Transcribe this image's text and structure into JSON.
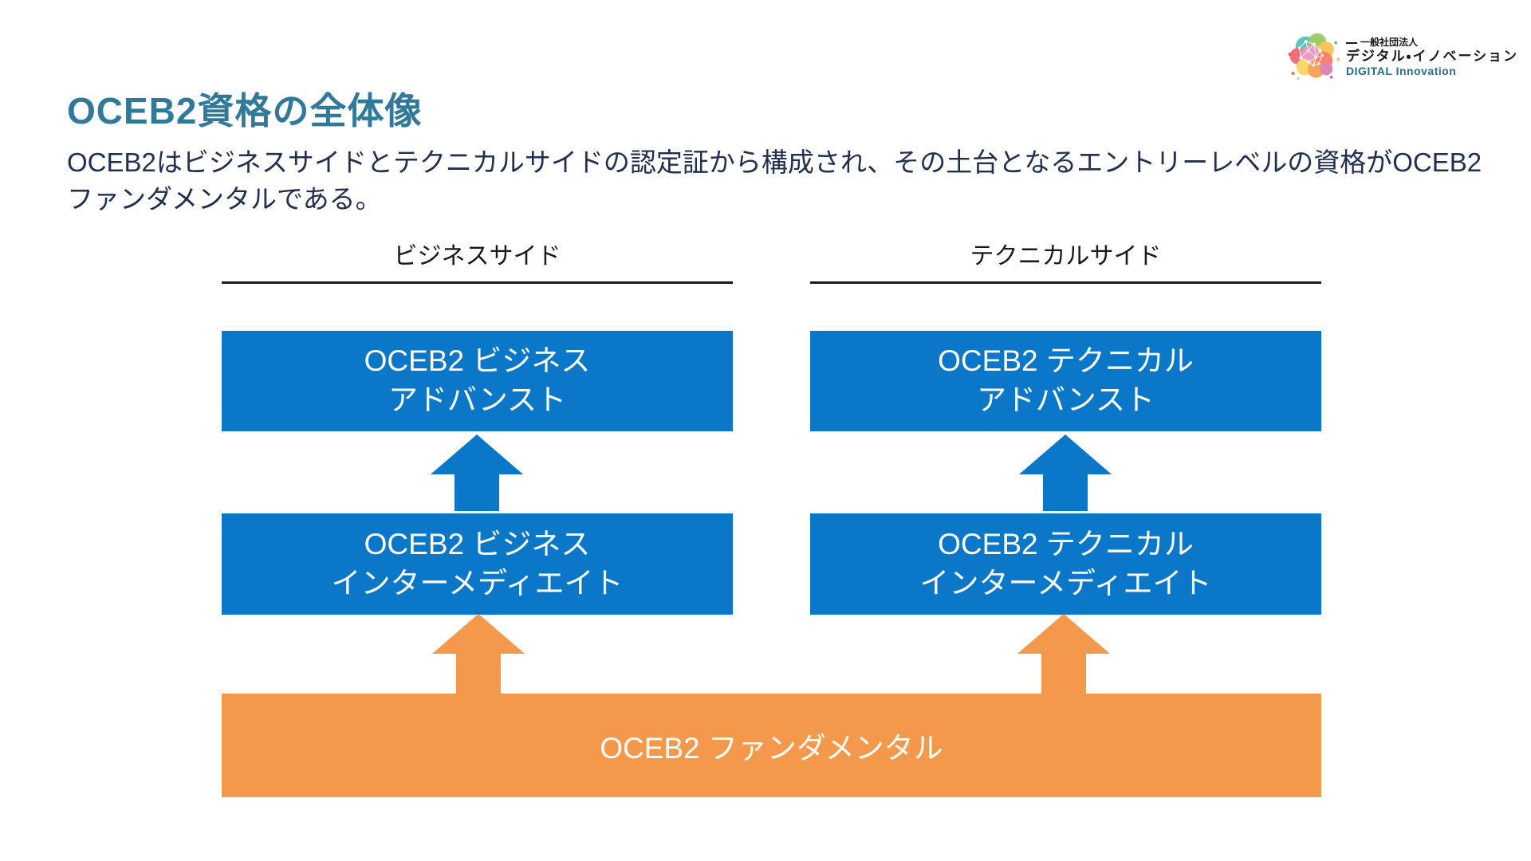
{
  "page": {
    "title": "OCEB2資格の全体像",
    "description": "OCEB2はビジネスサイドとテクニカルサイドの認定証から構成され、その土台となるエントリーレベルの資格がOCEB2ファンダメンタルである。"
  },
  "logo": {
    "org_type": "一般社団法人",
    "org_name_ja": "デジタル・イノベーション",
    "org_name_en": "DIGITAL Innovation"
  },
  "diagram": {
    "columns": [
      {
        "id": "business",
        "header": "ビジネスサイド",
        "advanced": {
          "line1": "OCEB2 ビジネス",
          "line2": "アドバンスト"
        },
        "intermediate": {
          "line1": "OCEB2 ビジネス",
          "line2": "インターメディエイト"
        }
      },
      {
        "id": "technical",
        "header": "テクニカルサイド",
        "advanced": {
          "line1": "OCEB2 テクニカル",
          "line2": "アドバンスト"
        },
        "intermediate": {
          "line1": "OCEB2 テクニカル",
          "line2": "インターメディエイト"
        }
      }
    ],
    "foundation": {
      "label": "OCEB2 ファンダメンタル"
    },
    "colors": {
      "box_blue": "#0b77c8",
      "box_orange": "#f4984b",
      "title_teal": "#30799a",
      "body_text_navy": "#212f52",
      "header_black": "#1a1a1a",
      "logo_en_teal": "#2b6d8c"
    }
  }
}
